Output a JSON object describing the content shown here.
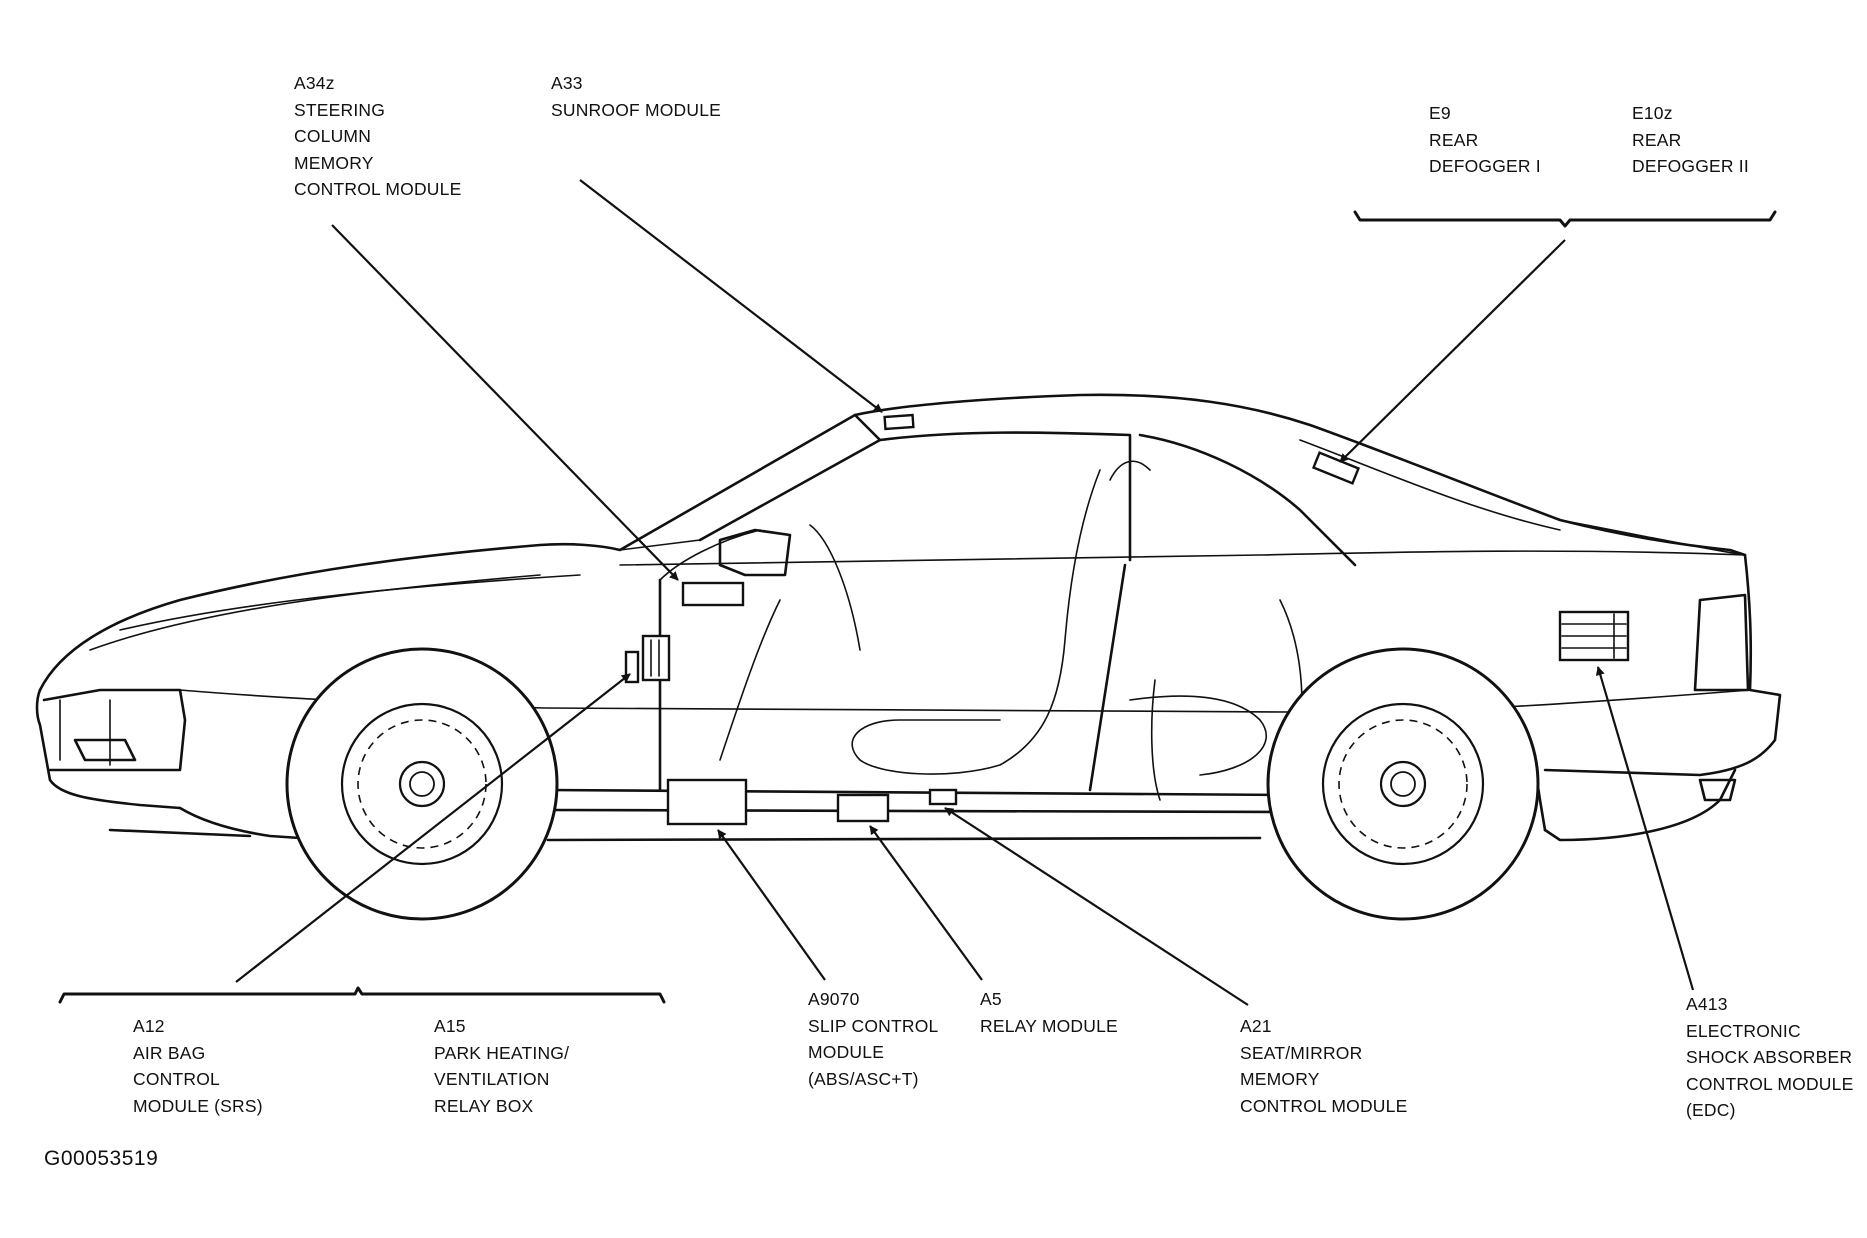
{
  "figure_id": "G00053519",
  "labels": {
    "a34z": {
      "code": "A34z",
      "lines": [
        "STEERING",
        "COLUMN",
        "MEMORY",
        "CONTROL MODULE"
      ]
    },
    "a33": {
      "code": "A33",
      "lines": [
        "SUNROOF MODULE"
      ]
    },
    "e9": {
      "code": "E9",
      "lines": [
        "REAR",
        "DEFOGGER I"
      ]
    },
    "e10z": {
      "code": "E10z",
      "lines": [
        "REAR",
        "DEFOGGER II"
      ]
    },
    "a12": {
      "code": "A12",
      "lines": [
        "AIR BAG",
        "CONTROL",
        "MODULE (SRS)"
      ]
    },
    "a15": {
      "code": "A15",
      "lines": [
        "PARK HEATING/",
        "VENTILATION",
        "RELAY BOX"
      ]
    },
    "a9070": {
      "code": "A9070",
      "lines": [
        "SLIP CONTROL",
        "MODULE",
        "(ABS/ASC+T)"
      ]
    },
    "a5": {
      "code": "A5",
      "lines": [
        "RELAY MODULE"
      ]
    },
    "a21": {
      "code": "A21",
      "lines": [
        "SEAT/MIRROR",
        "MEMORY",
        "CONTROL MODULE"
      ]
    },
    "a413": {
      "code": "A413",
      "lines": [
        "ELECTRONIC",
        "SHOCK ABSORBER",
        "CONTROL MODULE",
        "(EDC)"
      ]
    }
  }
}
